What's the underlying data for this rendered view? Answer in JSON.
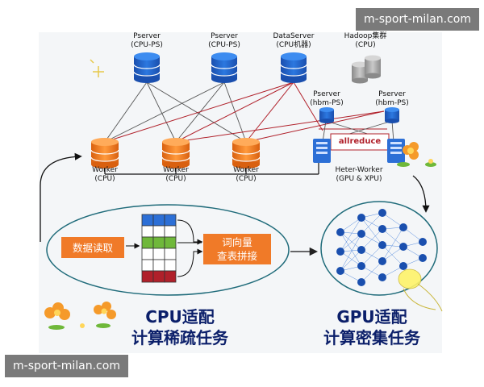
{
  "watermark": {
    "text": "m-sport-milan.com"
  },
  "top_servers": [
    {
      "name": "Pserver",
      "sub": "(CPU-PS)"
    },
    {
      "name": "Pserver",
      "sub": "(CPU-PS)"
    },
    {
      "name": "DataServer",
      "sub": "(CPU机器)"
    },
    {
      "name": "Hadoop集群",
      "sub": "(CPU)"
    }
  ],
  "hbm_servers": [
    {
      "name": "Pserver",
      "sub": "(hbm-PS)"
    },
    {
      "name": "Pserver",
      "sub": "(hbm-PS)"
    }
  ],
  "workers": [
    {
      "name": "Worker",
      "sub": "(CPU)"
    },
    {
      "name": "Worker",
      "sub": "(CPU)"
    },
    {
      "name": "Worker",
      "sub": "(CPU)"
    }
  ],
  "heter_worker": {
    "name": "Heter-Worker",
    "sub": "(GPU & XPU)"
  },
  "allreduce_label": "allreduce",
  "stage_boxes": {
    "read": "数据读取",
    "lookup_line1": "词向量",
    "lookup_line2": "查表拼接"
  },
  "cpu_caption": {
    "line1": "CPU适配",
    "line2": "计算稀疏任务"
  },
  "gpu_caption": {
    "line1": "GPU适配",
    "line2": "计算密集任务"
  },
  "colors": {
    "ps_blue": "#1f5fbf",
    "worker_orange": "#f07a1f",
    "hadoop_gray": "#9a9a9a",
    "tag_orange": "#f07a28",
    "ellipse_stroke": "#1f6b7a",
    "caption_navy": "#0b1f6a",
    "link_red": "#b0202a"
  }
}
